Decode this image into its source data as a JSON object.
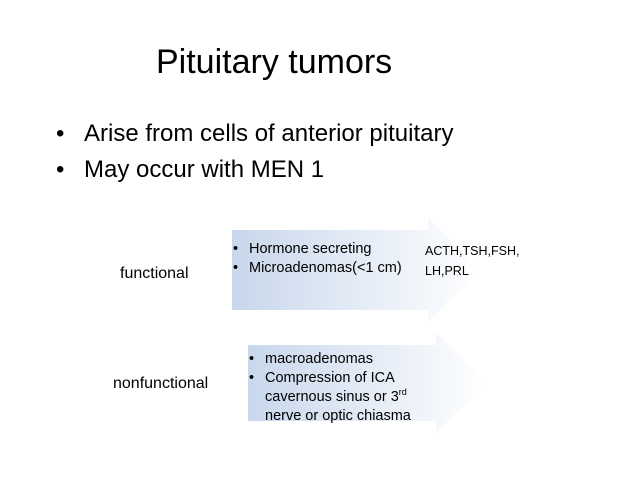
{
  "slide": {
    "title": "Pituitary tumors",
    "bullets": [
      "Arise from cells of anterior pituitary",
      "May occur with MEN 1"
    ]
  },
  "diagram": {
    "functional": {
      "label": "functional",
      "items": [
        "Hormone secreting",
        "Microadenomas(<1 cm)"
      ],
      "hormones": [
        "ACTH,TSH,FSH,",
        "LH,PRL"
      ]
    },
    "nonfunctional": {
      "label": "nonfunctional",
      "items": [
        "macroadenomas",
        {
          "line1": "Compression of ICA",
          "line2_prefix": "cavernous sinus or 3",
          "line2_sup": "rd",
          "line3": "nerve or optic  chiasma"
        }
      ]
    }
  },
  "colors": {
    "arrow_gradient_start": "#c8d7ec",
    "arrow_gradient_end": "#ffffff"
  }
}
